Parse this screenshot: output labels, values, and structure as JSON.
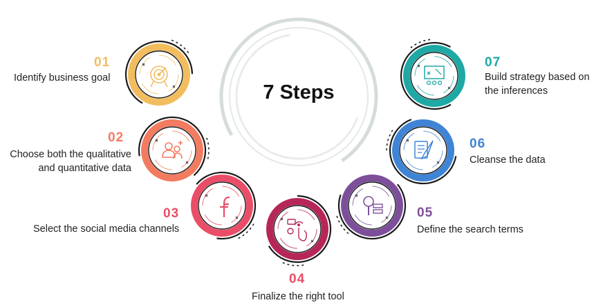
{
  "title": "7 Steps",
  "steps": [
    {
      "number": "01",
      "label": "Identify business goal",
      "color": "#f2bd5f",
      "icon": "target-icon"
    },
    {
      "number": "02",
      "label_line1": "Choose both the qualitative",
      "label_line2": "and quantitative data",
      "color": "#f37b60",
      "icon": "users-icon"
    },
    {
      "number": "03",
      "label": "Select the social media channels",
      "color": "#ea4d67",
      "icon": "facebook-icon"
    },
    {
      "number": "04",
      "label": "Finalize the right tool",
      "color": "#b72659",
      "icon": "touch-hand-icon"
    },
    {
      "number": "05",
      "label": "Define the search terms",
      "color": "#7d4f9b",
      "icon": "search-terms-icon"
    },
    {
      "number": "06",
      "label": "Cleanse the data",
      "color": "#3f84d5",
      "icon": "cleanse-icon"
    },
    {
      "number": "07",
      "label_line1": "Build strategy based on",
      "label_line2": "the inferences",
      "color": "#1fa9a5",
      "icon": "strategy-board-icon"
    }
  ]
}
